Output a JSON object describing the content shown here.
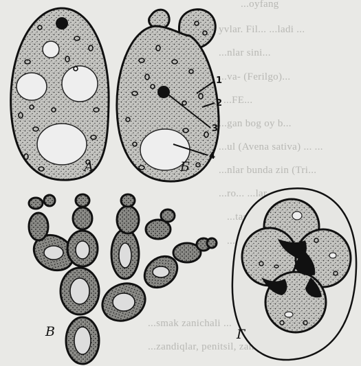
{
  "background_text": [
    "...oyfang",
    "yvlar. Fil... ...ladi ...",
    "...nlar sini...",
    "...va- (Ferilgo)...",
    "...FE...",
    "...gan bog oy b...",
    "...ul (Avena sativa) ... ...",
    "...nlar bunda zin (Tri...",
    "...ro... ...lar",
    "...tasiru ...",
    "...ai ...lib...",
    "...smak zanichali ...",
    "...zandiqlar, penitsil, zamb..."
  ],
  "captions": {
    "a": "А",
    "b": "Б",
    "v": "В",
    "g": "Г"
  },
  "callouts": [
    "1",
    "2",
    "3",
    "4"
  ],
  "colors": {
    "ink": "#111111",
    "cytoplasm": "#c9c9c5",
    "paper": "#e9e9e6"
  }
}
